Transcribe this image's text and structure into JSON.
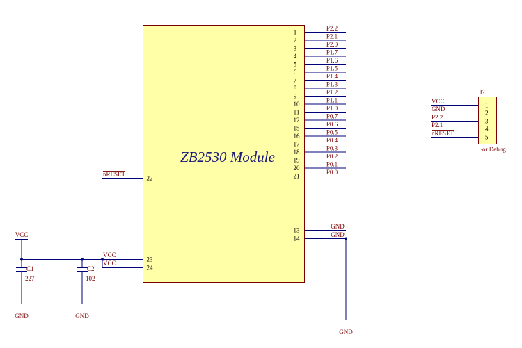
{
  "module": {
    "title": "ZB2530 Module",
    "fill": "#ffffa8",
    "stroke": "#7a0000",
    "right_pins": [
      {
        "num": "1",
        "net": "P2.2"
      },
      {
        "num": "2",
        "net": "P2.1"
      },
      {
        "num": "3",
        "net": "P2.0"
      },
      {
        "num": "4",
        "net": "P1.7"
      },
      {
        "num": "5",
        "net": "P1.6"
      },
      {
        "num": "6",
        "net": "P1.5"
      },
      {
        "num": "7",
        "net": "P1.4"
      },
      {
        "num": "8",
        "net": "P1.3"
      },
      {
        "num": "9",
        "net": "P1.2"
      },
      {
        "num": "10",
        "net": "P1.1"
      },
      {
        "num": "11",
        "net": "P1.0"
      },
      {
        "num": "12",
        "net": "P0.7"
      },
      {
        "num": "15",
        "net": "P0.6"
      },
      {
        "num": "16",
        "net": "P0.5"
      },
      {
        "num": "17",
        "net": "P0.4"
      },
      {
        "num": "18",
        "net": "P0.3"
      },
      {
        "num": "19",
        "net": "P0.2"
      },
      {
        "num": "20",
        "net": "P0.1"
      },
      {
        "num": "21",
        "net": "P0.0"
      }
    ],
    "gnd_pins": [
      {
        "num": "13",
        "net": "GND"
      },
      {
        "num": "14",
        "net": "GND"
      }
    ],
    "left_pins": [
      {
        "num": "22",
        "net": "nRESET"
      },
      {
        "num": "23",
        "net": "VCC"
      },
      {
        "num": "24",
        "net": "VCC"
      }
    ]
  },
  "power": {
    "vcc_label": "VCC",
    "gnd_label": "GND"
  },
  "capacitors": [
    {
      "ref": "C1",
      "value": "227"
    },
    {
      "ref": "C2",
      "value": "102"
    }
  ],
  "connector": {
    "ref": "J?",
    "note": "For Debug",
    "pins": [
      {
        "num": "1",
        "net": "VCC"
      },
      {
        "num": "2",
        "net": "GND"
      },
      {
        "num": "3",
        "net": "P2.2"
      },
      {
        "num": "4",
        "net": "P2.1"
      },
      {
        "num": "5",
        "net": "nRESET"
      }
    ]
  },
  "colors": {
    "wire": "#00007a",
    "label": "#7a0000",
    "title": "#1c1c7a"
  }
}
